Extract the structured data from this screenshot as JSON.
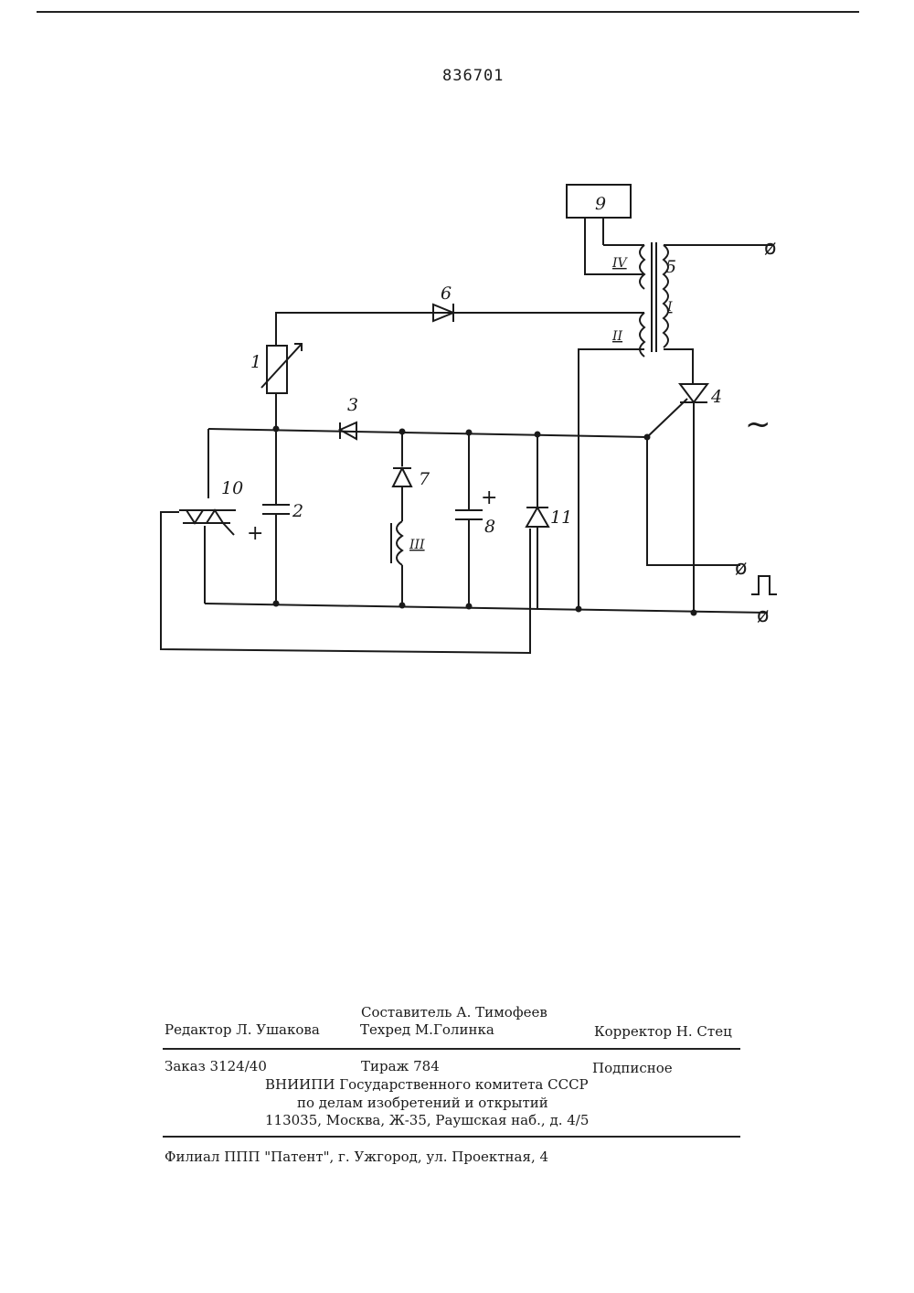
{
  "header": {
    "patent_number": "836701"
  },
  "schematic": {
    "component_labels": [
      "1",
      "2",
      "3",
      "4",
      "5",
      "6",
      "7",
      "8",
      "9",
      "10",
      "11"
    ],
    "winding_labels": [
      "I",
      "II",
      "III",
      "IV"
    ],
    "polarity_mark": "+",
    "ac_symbol": "~",
    "terminal_symbol": "ø"
  },
  "colophon": {
    "compiler": "Составитель А. Тимофеев",
    "editor": "Редактор Л. Ушакова",
    "techred": "Техред М.Голинка",
    "corrector": "Корректор Н. Стец",
    "order": "Заказ 3124/40",
    "circulation": "Тираж 784",
    "subscription": "Подписное",
    "org_line1": "ВНИИПИ Государственного комитета СССР",
    "org_line2": "по делам изобретений и открытий",
    "address": "113035, Москва, Ж-35, Раушская наб., д. 4/5",
    "branch": "Филиал ППП \"Патент\", г. Ужгород, ул. Проектная, 4"
  }
}
